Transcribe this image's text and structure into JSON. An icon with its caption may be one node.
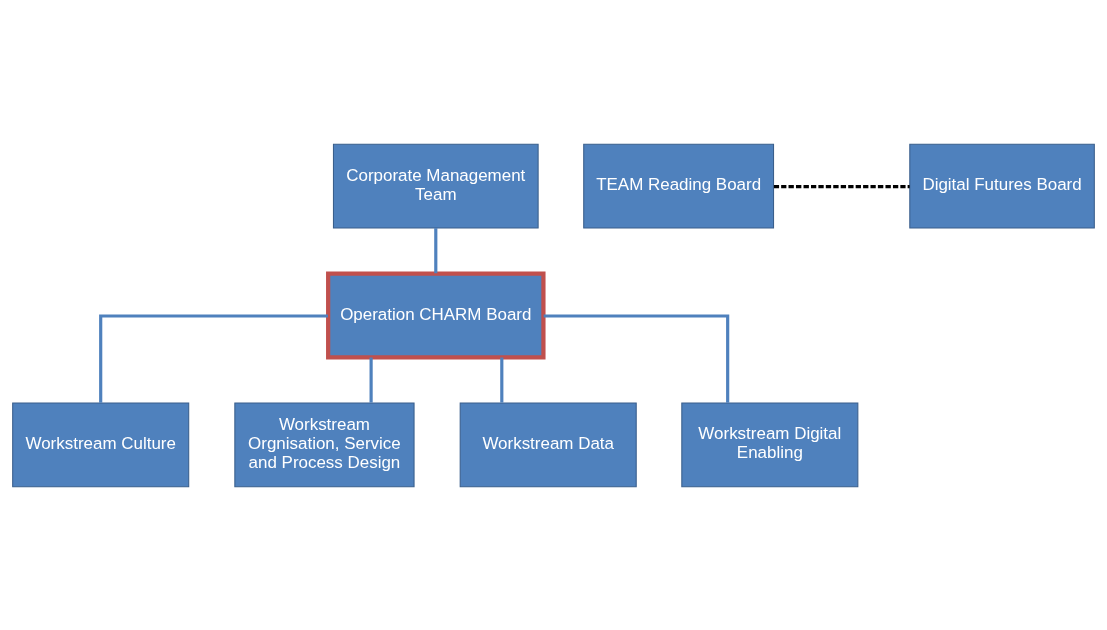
{
  "diagram": {
    "nodes": [
      {
        "text": [
          "Corporate Management Team"
        ]
      },
      {
        "text": [
          "TEAM Reading Board"
        ]
      },
      {
        "text": [
          "Digital Futures Board"
        ]
      },
      {
        "text": [
          "Operation CHARM Board"
        ]
      },
      {
        "text": [
          "Workstream Culture"
        ]
      },
      {
        "text": [
          "Workstream Orgnisation, Service and Process Design"
        ]
      },
      {
        "text": [
          "Workstream Data"
        ]
      },
      {
        "text": [
          "Workstream Digital Enabling"
        ]
      }
    ],
    "edges": [
      {
        "from": 0,
        "to": 3,
        "arrow": "none"
      },
      {
        "from": 1,
        "to": 2,
        "arrow": "none",
        "style": "dashed",
        "color": "#000000"
      },
      {
        "from": 3,
        "to": 4,
        "arrow": "none"
      },
      {
        "from": 3,
        "to": 5,
        "arrow": "none"
      },
      {
        "from": 3,
        "to": 6,
        "arrow": "none"
      },
      {
        "from": 3,
        "to": 7,
        "arrow": "none"
      }
    ]
  }
}
